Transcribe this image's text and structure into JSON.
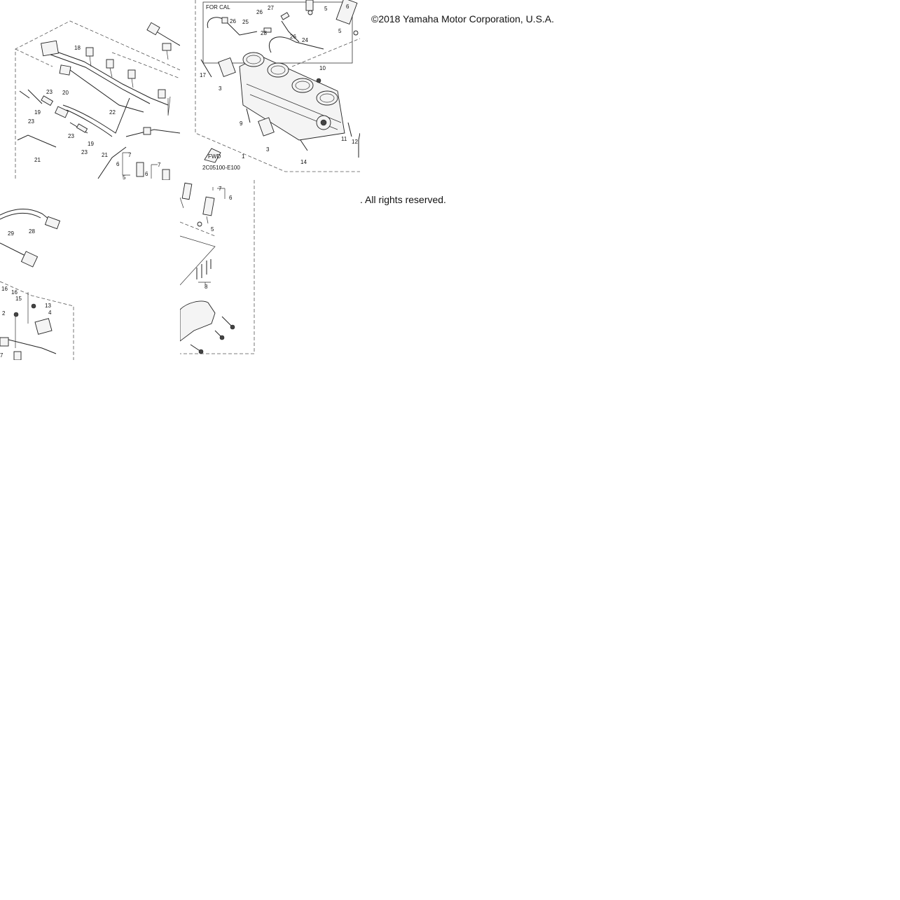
{
  "copyright": "©2018 Yamaha Motor Corporation, U.S.A.",
  "rights": ". All rights reserved.",
  "diagram": {
    "box_label": "FOR CAL",
    "code": "2C05100-E100",
    "fwd_label": "FWD",
    "callouts": {
      "c1": "1",
      "c2": "2",
      "c3a": "3",
      "c3b": "3",
      "c4": "4",
      "c5a": "5",
      "c5b": "5",
      "c5c": "5",
      "c5d": "5",
      "c6a": "6",
      "c6b": "6",
      "c6c": "6",
      "c7a": "7",
      "c7b": "7",
      "c7c": "7",
      "c7d": "7",
      "c8": "8",
      "c9": "9",
      "c10": "10",
      "c11": "11",
      "c12": "12",
      "c13": "13",
      "c14": "14",
      "c15": "15",
      "c16a": "16",
      "c16b": "16",
      "c17": "17",
      "c18": "18",
      "c19a": "19",
      "c19b": "19",
      "c20": "20",
      "c21a": "21",
      "c21b": "21",
      "c22": "22",
      "c23a": "23",
      "c23b": "23",
      "c23c": "23",
      "c23d": "23",
      "c24": "24",
      "c25": "25",
      "c26a": "26",
      "c26b": "26",
      "c26c": "26",
      "c27": "27",
      "c28a": "28",
      "c28b": "28",
      "c29": "29"
    }
  }
}
